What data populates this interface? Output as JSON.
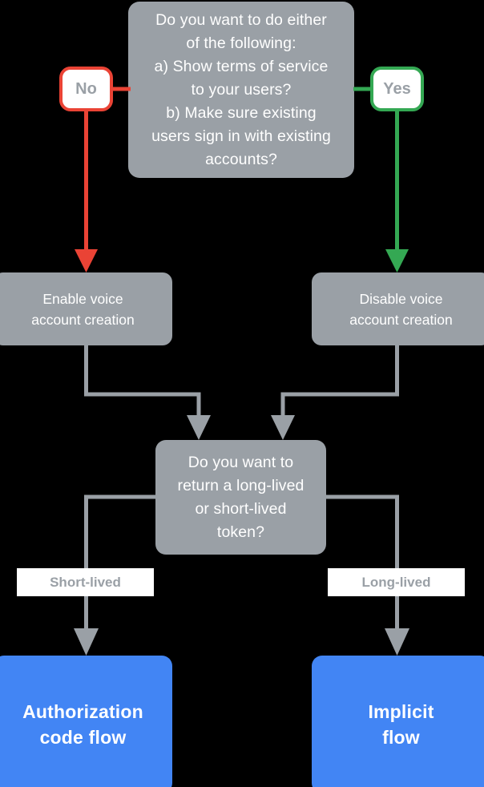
{
  "diagram": {
    "title": "Voice account linking flow decision chart",
    "colors": {
      "background": "#000000",
      "node_gray": "#9aa0a6",
      "node_blue": "#4285f4",
      "edge_gray": "#9aa0a6",
      "no_red": "#ea4335",
      "yes_green": "#34a853",
      "label_text": "#9aa0a6",
      "node_text": "#ffffff"
    },
    "nodes": {
      "decision_1": {
        "text": "Do you want to do either\nof the following:\na) Show terms of service\nto your users?\nb) Make sure existing\nusers sign in with existing\naccounts?",
        "shape": "rounded-rect",
        "fill": "#9aa0a6"
      },
      "action_enable": {
        "text": "Enable voice\naccount creation",
        "shape": "rounded-rect",
        "fill": "#9aa0a6"
      },
      "action_disable": {
        "text": "Disable voice\naccount creation",
        "shape": "rounded-rect",
        "fill": "#9aa0a6"
      },
      "decision_2": {
        "text": "Do you want to\nreturn a long-lived\nor short-lived\ntoken?",
        "shape": "rounded-rect",
        "fill": "#9aa0a6"
      },
      "outcome_auth": {
        "text": "Authorization\ncode flow",
        "shape": "rounded-rect",
        "fill": "#4285f4"
      },
      "outcome_implicit": {
        "text": "Implicit\nflow",
        "shape": "rounded-rect",
        "fill": "#4285f4"
      }
    },
    "badges": {
      "no": "No",
      "yes": "Yes"
    },
    "edge_labels": {
      "short_lived": "Short-lived",
      "long_lived": "Long-lived"
    },
    "edges": [
      {
        "from": "decision_1",
        "to": "badge_no",
        "label": "No",
        "color": "#ea4335"
      },
      {
        "from": "badge_no",
        "to": "action_enable",
        "label": "",
        "color": "#ea4335"
      },
      {
        "from": "decision_1",
        "to": "badge_yes",
        "label": "Yes",
        "color": "#34a853"
      },
      {
        "from": "badge_yes",
        "to": "action_disable",
        "label": "",
        "color": "#34a853"
      },
      {
        "from": "action_enable",
        "to": "decision_2",
        "label": "",
        "color": "#9aa0a6"
      },
      {
        "from": "action_disable",
        "to": "decision_2",
        "label": "",
        "color": "#9aa0a6"
      },
      {
        "from": "decision_2",
        "to": "outcome_auth",
        "label": "Short-lived",
        "color": "#9aa0a6"
      },
      {
        "from": "decision_2",
        "to": "outcome_implicit",
        "label": "Long-lived",
        "color": "#9aa0a6"
      }
    ]
  }
}
